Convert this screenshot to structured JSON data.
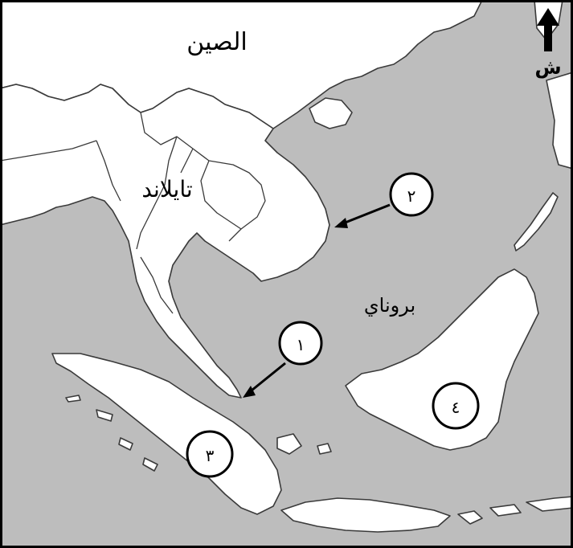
{
  "map": {
    "colors": {
      "sea": "#bdbdbd",
      "land": "#ffffff",
      "border": "#000000"
    },
    "north_arrow": {
      "label": "ش",
      "icon": "north-arrow-icon"
    },
    "labels": {
      "china": "الصين",
      "thailand": "تايلاند",
      "brunei": "بروناي"
    },
    "markers": [
      {
        "id": "1",
        "text": "١"
      },
      {
        "id": "2",
        "text": "٢"
      },
      {
        "id": "3",
        "text": "٣"
      },
      {
        "id": "4",
        "text": "٤"
      }
    ]
  }
}
